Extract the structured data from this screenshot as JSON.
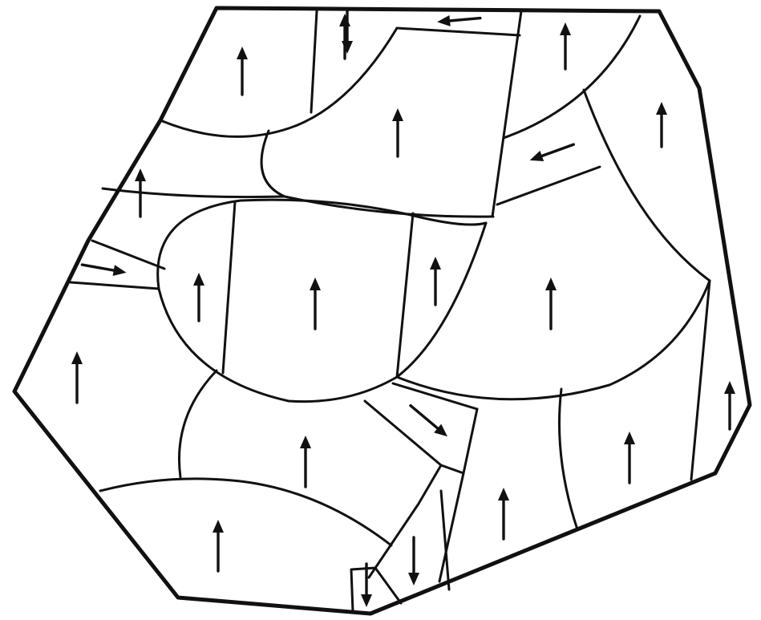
{
  "figure": {
    "ink_color": "#111111",
    "background_color": "#ffffff",
    "domain_magnetization_directions": [
      "up",
      "up",
      "down",
      "left",
      "up",
      "up",
      "left",
      "up",
      "up",
      "right",
      "up",
      "up",
      "up",
      "up",
      "up",
      "down-right",
      "up",
      "up",
      "up",
      "up",
      "up",
      "down",
      "down"
    ]
  }
}
